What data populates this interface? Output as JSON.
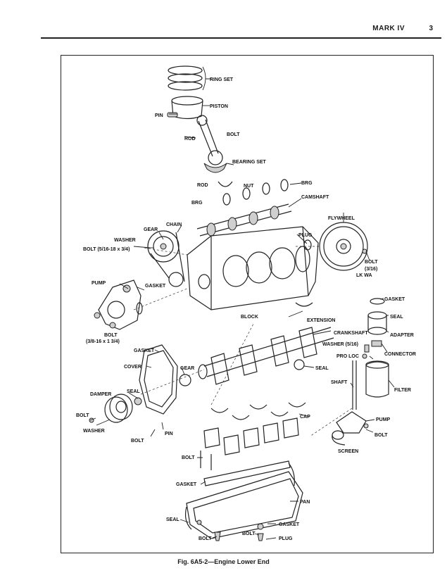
{
  "header": {
    "title": "MARK IV",
    "page": "3"
  },
  "caption": "Fig. 6A5-2—Engine Lower End",
  "labels": {
    "ring_set": "RING SET",
    "piston": "PISTON",
    "pin_top": "PIN",
    "rod_top": "ROD",
    "bolt_rod": "BOLT",
    "bearing_set": "BEARING SET",
    "rod_mid": "ROD",
    "nut": "NUT",
    "brg_right": "BRG",
    "brg_left": "BRG",
    "camshaft": "CAMSHAFT",
    "chain": "CHAIN",
    "gear_top": "GEAR",
    "washer_top": "WASHER",
    "bolt_cam": "BOLT (5/16-18 x 3/4)",
    "plug_top": "PLUG",
    "flywheel": "FLYWHEEL",
    "bolt_fly": "BOLT",
    "fly_spec": "(3/16)",
    "lk_wa": "LK WA",
    "pump_left": "PUMP",
    "gasket_pump": "GASKET",
    "bolt_pump": "BOLT",
    "bolt_pump_spec": "(3/8-16 x 1 3/4)",
    "block": "BLOCK",
    "extension": "EXTENSION",
    "gasket_filter": "GASKET",
    "seal_filter": "SEAL",
    "adapter": "ADAPTER",
    "crankshaft": "CRANKSHAFT",
    "washer_filter": "WASHER (5/16)",
    "pro_loc": "PRO LOC",
    "connector": "CONNECTOR",
    "gasket_cover": "GASKET",
    "cover": "COVER",
    "gear_crank": "GEAR",
    "seal_crank": "SEAL",
    "shaft": "SHAFT",
    "filter": "FILTER",
    "damper": "DAMPER",
    "seal_damper": "SEAL",
    "bolt_damper": "BOLT",
    "washer_damper": "WASHER",
    "cap": "CAP",
    "pump_right": "PUMP",
    "bolt_pump_right": "BOLT",
    "pin_cover": "PIN",
    "bolt_cover": "BOLT",
    "screen": "SCREEN",
    "bolt_cap": "BOLT",
    "gasket_pan": "GASKET",
    "pan": "PAN",
    "seal_pan": "SEAL",
    "gasket_plug": "GASKET",
    "bolt_pan_left": "BOLT",
    "bolt_pan_right": "BOLT",
    "plug_pan": "PLUG"
  }
}
